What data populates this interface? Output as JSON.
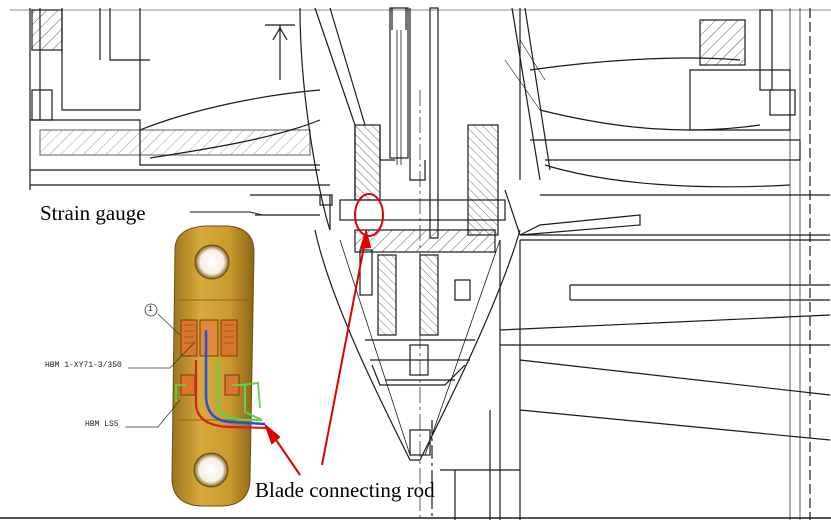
{
  "labels": {
    "strain_gauge": "Strain  gauge",
    "blade_connecting_rod": "Blade connecting rod",
    "part_number": "1",
    "gauge_model_1": "HBM 1-XY71-3/350",
    "gauge_model_2": "HBM LS5"
  },
  "colors": {
    "drawing_line": "#1a1a1a",
    "annotation_arrow": "#e00000",
    "gauge_body": "#c99a2e",
    "gauge_foil": "#d9772e",
    "wire_blue": "#2b4fd8",
    "wire_red": "#d62020",
    "wire_green": "#5fd24a"
  },
  "icons": {
    "callout_arrow": "red-arrow-icon",
    "highlight": "red-ellipse-icon",
    "link_bar": "strain-gauge-link-icon"
  }
}
